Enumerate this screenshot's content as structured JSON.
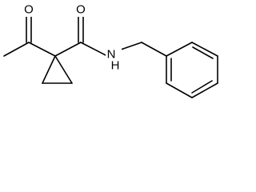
{
  "molecule": {
    "atoms": {
      "ketone_oxygen": "O",
      "amide_oxygen": "O",
      "amide_nitrogen": "N",
      "amide_hydrogen": "H"
    },
    "bond_color": "#000000",
    "background_color": "#ffffff"
  }
}
